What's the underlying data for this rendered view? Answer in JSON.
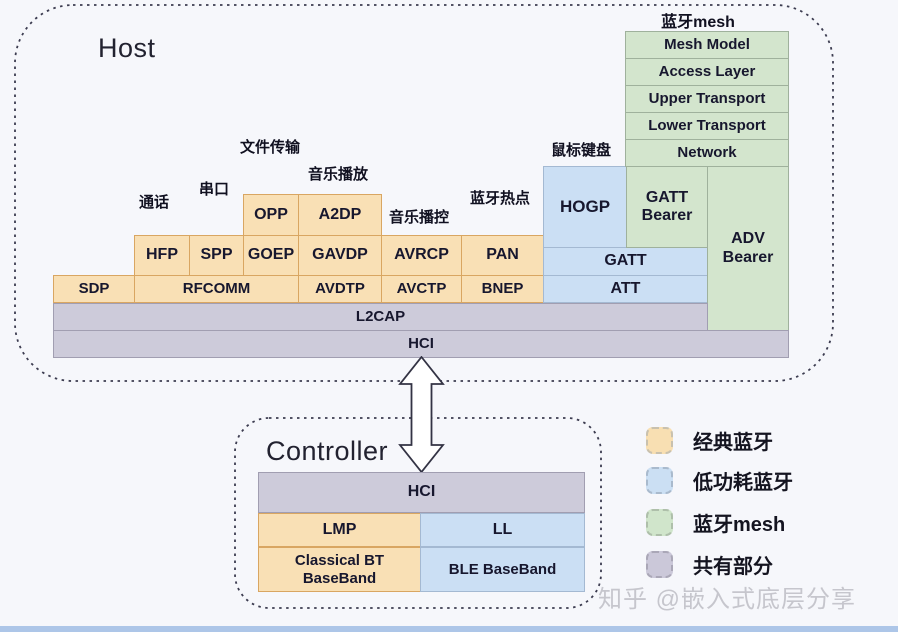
{
  "host": {
    "title": "Host",
    "floating_labels": {
      "call": "通话",
      "serial": "串口",
      "file_transfer": "文件传输",
      "music_play": "音乐播放",
      "music_control": "音乐播控",
      "bt_hotspot": "蓝牙热点",
      "mouse_keyboard": "鼠标键盘",
      "bt_mesh": "蓝牙mesh"
    },
    "blocks": {
      "sdp": "SDP",
      "rfcomm": "RFCOMM",
      "hfp": "HFP",
      "spp": "SPP",
      "goep": "GOEP",
      "opp": "OPP",
      "a2dp": "A2DP",
      "gavdp": "GAVDP",
      "avdtp": "AVDTP",
      "avrcp": "AVRCP",
      "avctp": "AVCTP",
      "pan": "PAN",
      "bnep": "BNEP",
      "hogp": "HOGP",
      "gatt": "GATT",
      "att": "ATT",
      "gatt_bearer": "GATT\nBearer",
      "adv_bearer": "ADV\nBearer",
      "mesh_model": "Mesh Model",
      "access_layer": "Access Layer",
      "upper_transport": "Upper Transport",
      "lower_transport": "Lower Transport",
      "network": "Network",
      "l2cap": "L2CAP",
      "hci": "HCI"
    }
  },
  "controller": {
    "title": "Controller",
    "blocks": {
      "hci": "HCI",
      "lmp": "LMP",
      "ll": "LL",
      "classical_bt_baseband": "Classical BT\nBaseBand",
      "ble_baseband": "BLE BaseBand"
    }
  },
  "legend": {
    "items": [
      {
        "label": "经典蓝牙",
        "color": "#F9E0B5"
      },
      {
        "label": "低功耗蓝牙",
        "color": "#CBDFF4"
      },
      {
        "label": "蓝牙mesh",
        "color": "#D3E5CD"
      },
      {
        "label": "共有部分",
        "color": "#CDCBDA"
      }
    ]
  },
  "watermark": "知乎 @嵌入式底层分享"
}
